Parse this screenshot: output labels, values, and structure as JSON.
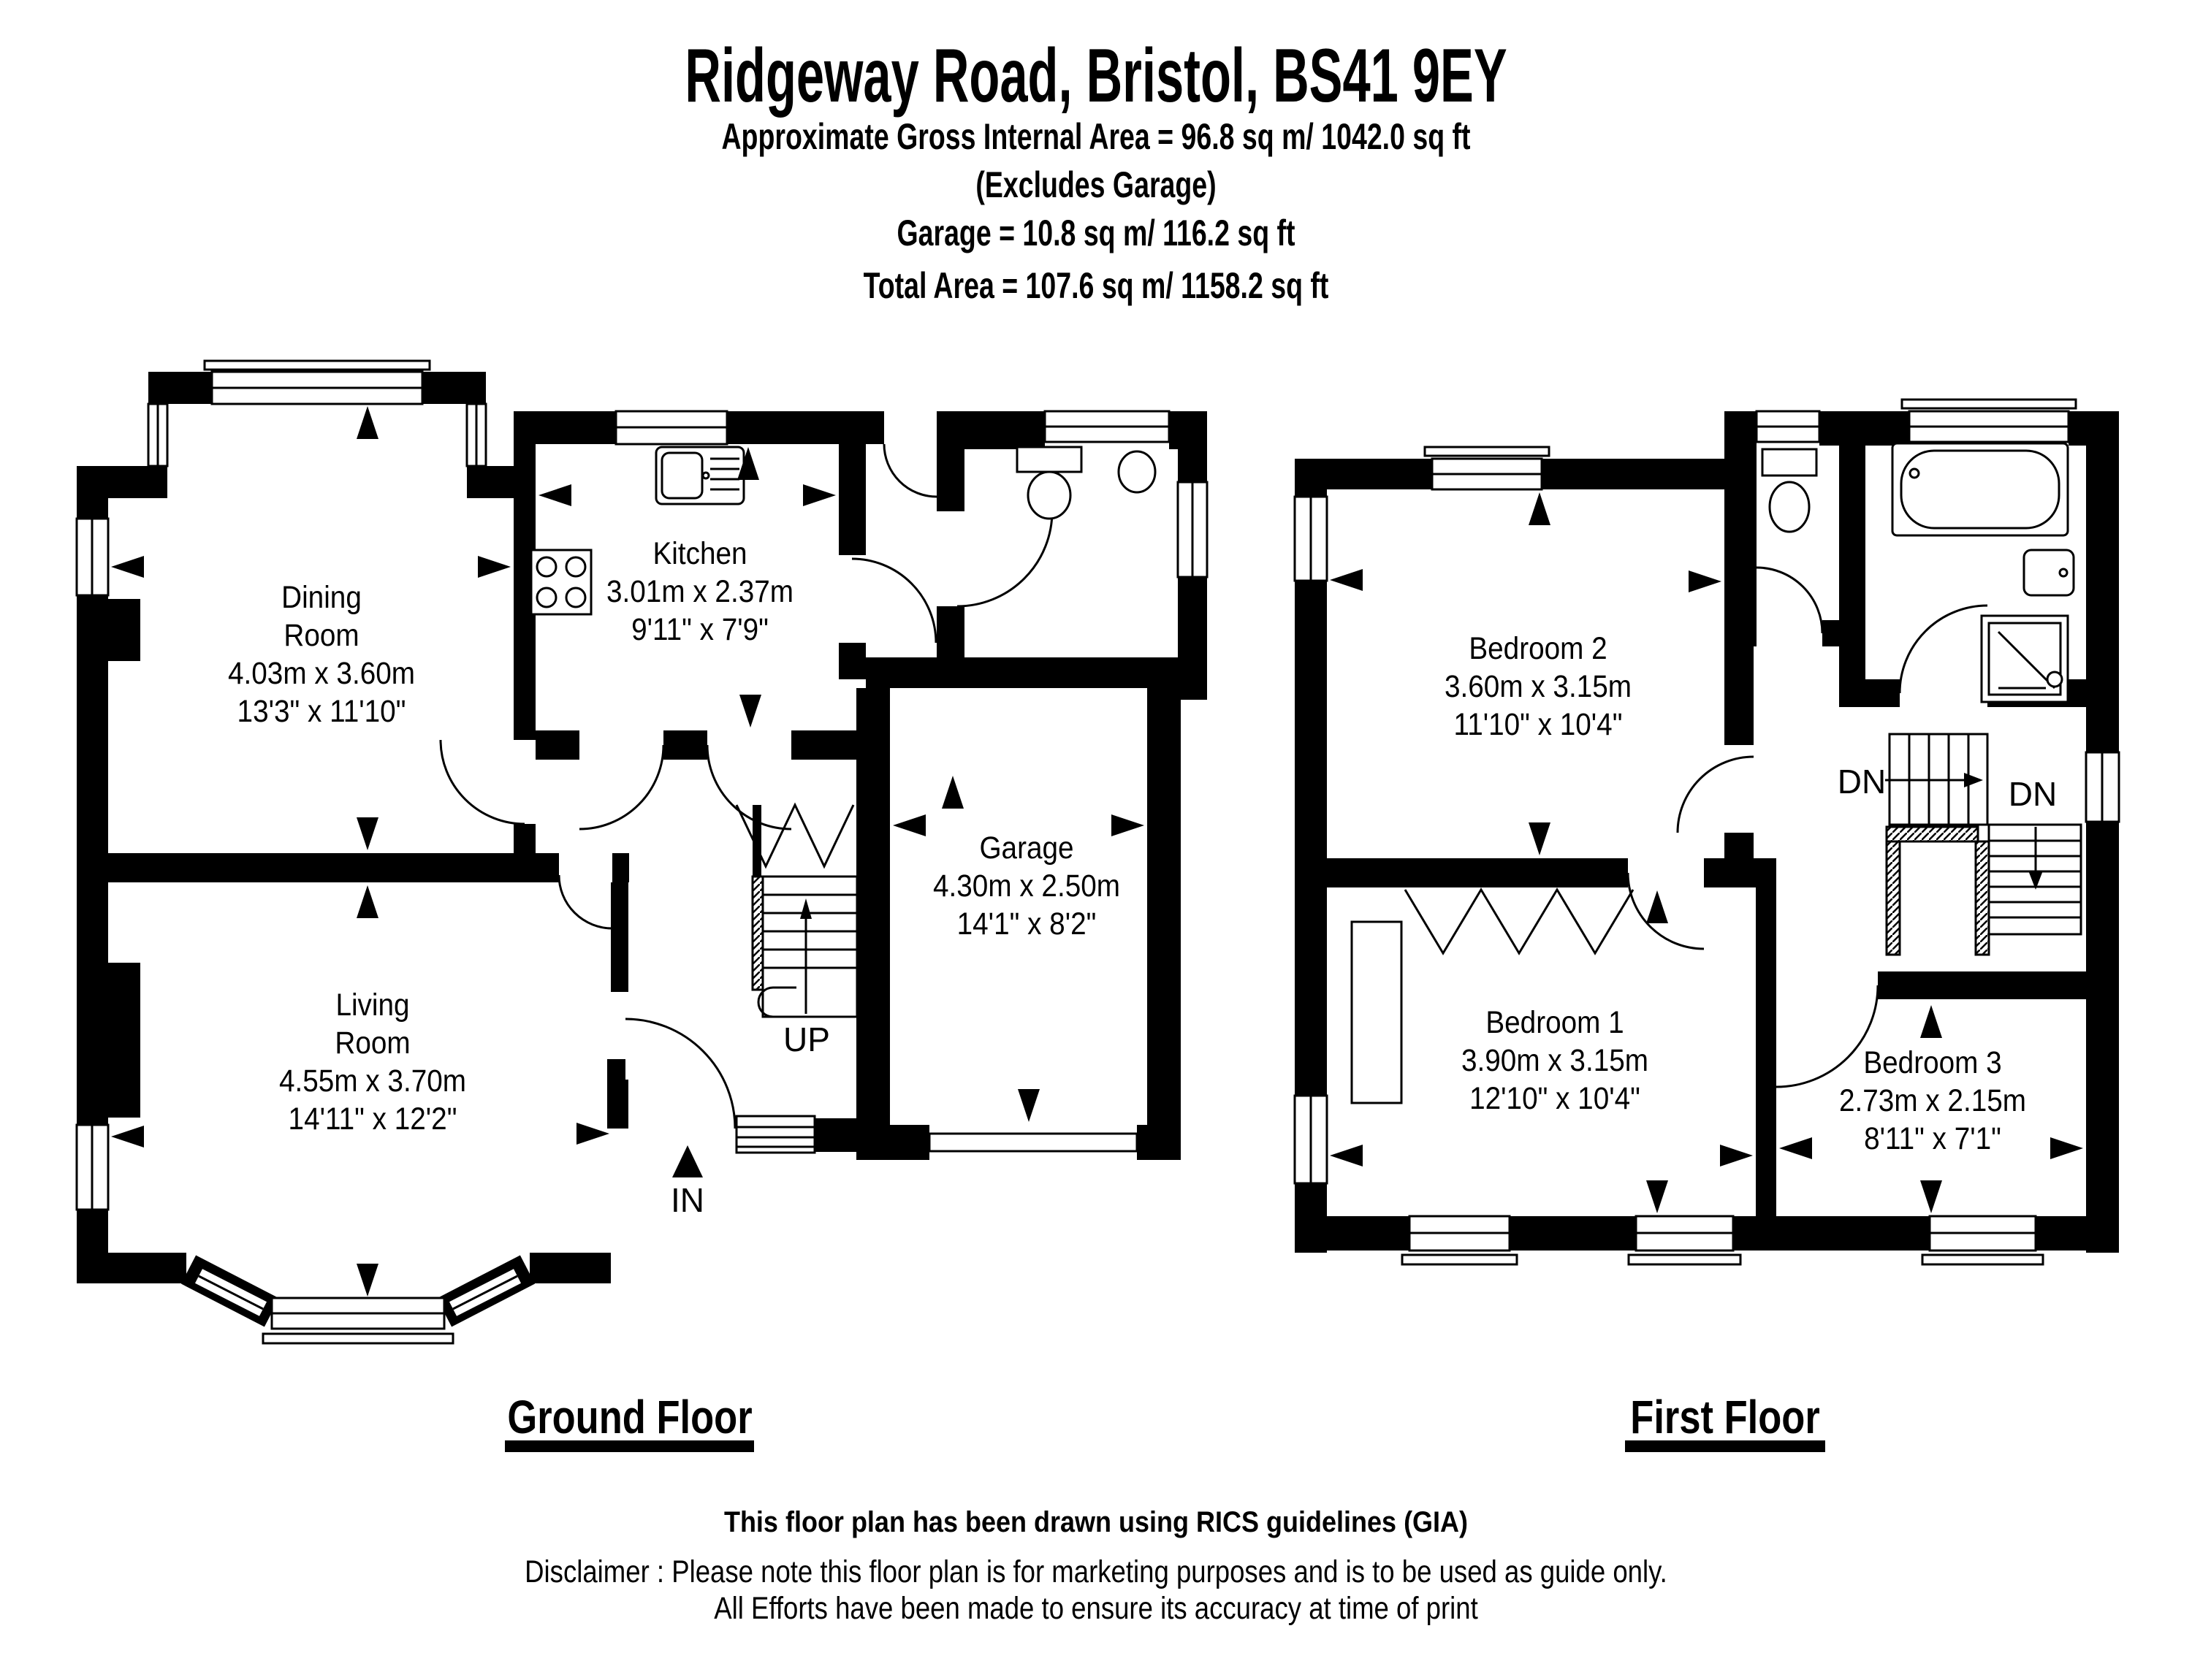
{
  "header": {
    "title": "Ridgeway Road, Bristol, BS41 9EY",
    "area_line": "Approximate Gross Internal Area = 96.8 sq m/ 1042.0 sq ft",
    "excludes_line": "(Excludes Garage)",
    "garage_line": "Garage = 10.8 sq m/ 116.2 sq ft",
    "total_line": "Total Area = 107.6 sq m/ 1158.2 sq ft"
  },
  "ground_floor": {
    "caption": "Ground Floor",
    "rooms": {
      "dining_room": {
        "name_line1": "Dining",
        "name_line2": "Room",
        "metric": "4.03m x 3.60m",
        "imperial": "13'3\" x 11'10\""
      },
      "kitchen": {
        "name": "Kitchen",
        "metric": "3.01m x 2.37m",
        "imperial": "9'11\" x 7'9\""
      },
      "garage": {
        "name": "Garage",
        "metric": "4.30m x 2.50m",
        "imperial": "14'1\" x 8'2\""
      },
      "living_room": {
        "name_line1": "Living",
        "name_line2": "Room",
        "metric": "4.55m x 3.70m",
        "imperial": "14'11\" x 12'2\""
      }
    },
    "stairs_label": "UP",
    "entrance_label": "IN"
  },
  "first_floor": {
    "caption": "First Floor",
    "rooms": {
      "bedroom_2": {
        "name": "Bedroom 2",
        "metric": "3.60m x 3.15m",
        "imperial": "11'10\" x 10'4\""
      },
      "bedroom_1": {
        "name": "Bedroom 1",
        "metric": "3.90m x 3.15m",
        "imperial": "12'10\" x 10'4\""
      },
      "bedroom_3": {
        "name": "Bedroom 3",
        "metric": "2.73m x 2.15m",
        "imperial": "8'11\" x 7'1\""
      }
    },
    "stairs_label_1": "DN",
    "stairs_label_2": "DN"
  },
  "footer": {
    "rics_line": "This floor plan has been drawn using RICS guidelines (GIA)",
    "disclaimer_line1": "Disclaimer : Please note this floor plan is for marketing purposes and is to be used as guide only.",
    "disclaimer_line2": "All Efforts have been made to ensure its accuracy at time of print"
  },
  "colors": {
    "wall": "#000000",
    "background": "#ffffff"
  }
}
